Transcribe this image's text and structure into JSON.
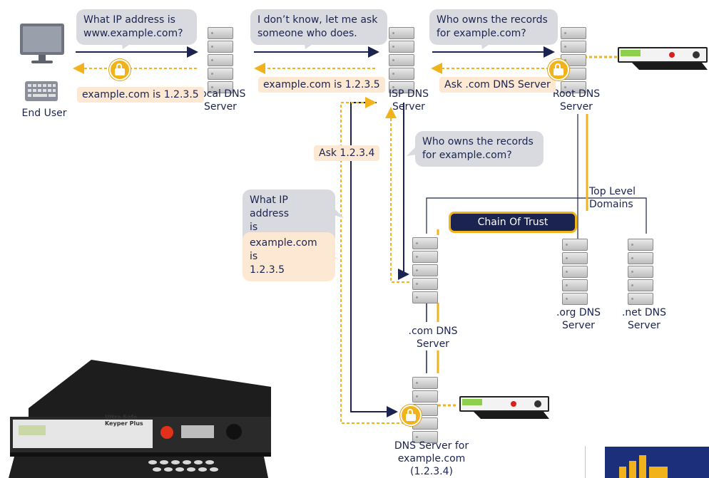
{
  "bubbles": {
    "q1": "What IP address is\nwww.example.com?",
    "q2": "I don’t know, let me ask\nsomeone who does.",
    "q3": "Who owns the records\nfor example.com?",
    "q4": "Who owns the records\nfor example.com?",
    "q5": "What IP address\nis example.com?",
    "a5": "example.com is\n1.2.3.5"
  },
  "answers": {
    "end_user": "example.com is 1.2.3.5",
    "local": "example.com is 1.2.3.5",
    "root": "Ask .com DNS Server",
    "ask_ip": "Ask 1.2.3.4"
  },
  "labels": {
    "end_user": "End User",
    "local_dns": "Local DNS\nServer",
    "isp_dns": "ISP DNS\nServer",
    "root_dns": "Root DNS\nServer",
    "com_dns": ".com DNS\nServer",
    "org_dns": ".org DNS\nServer",
    "net_dns": ".net DNS\nServer",
    "example_dns": "DNS Server for\nexample.com\n(1.2.3.4)",
    "tld": "Top Level Domains",
    "chain": "Chain Of Trust"
  },
  "hsm": {
    "front_text": "Ultra Safe\nKeyper Plus"
  },
  "colors": {
    "navy": "#1b2350",
    "gold": "#f2b21b",
    "bubble": "#d9dadf",
    "pill": "#fde9d3"
  }
}
